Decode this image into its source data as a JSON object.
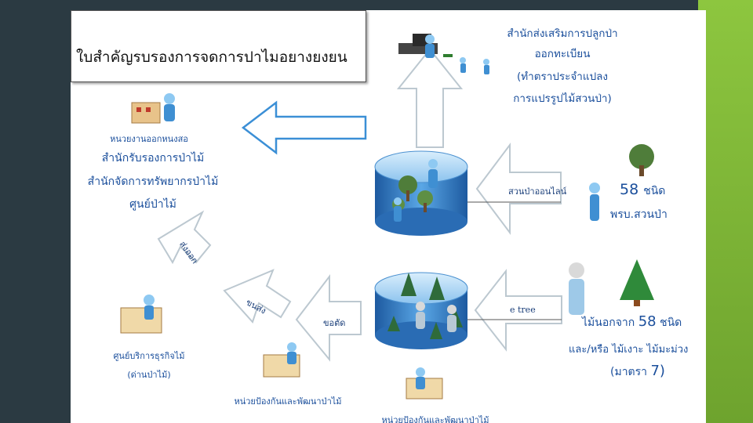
{
  "title": "ใบสำคัญรบรองการจดการปาไมอยางยงยน",
  "top_right": {
    "line1": "สำนักส่งเสริมการปลูกป่า",
    "line2": "ออกทะเบียน",
    "line3": "(ทำตราประจำแปลง",
    "line4": "การแปรรูปไม้สวนป่า)"
  },
  "left_top": {
    "line1": "หนวยงานออกหนงสอ",
    "line2": "สำนักรับรองการป่าไม้",
    "line3": "สำนักจัดการทรัพยากรป่าไม้",
    "line4": "ศูนย์ป่าไม้"
  },
  "db_label_top": "สวนป่าออนไลน์",
  "db_label_bottom": "e tree",
  "right_mid": {
    "count": "58",
    "count_unit": "ชนิด",
    "law": "พรบ.สวนป่า"
  },
  "right_bottom": {
    "line1_a": "ไม้นอกจาก",
    "line1_b": "58",
    "line1_c": "ชนิด",
    "line2": "และ/หรือ ไม้เงาะ ไม้มะม่วง",
    "line3_a": "(มาตรา",
    "line3_b": "7)"
  },
  "arrows": {
    "export": "ส่งออก",
    "transport": "ขนส่ง",
    "cut": "ขอตัด"
  },
  "bottom_left": {
    "line1": "ศูนย์บริการธุรกิจไม้",
    "line2": "(ด่านป่าไม้)"
  },
  "bottom_mid": "หน่วยป้องกันและพัฒนาป่าไม้",
  "bottom_cut": "หน่วยป้องกันและพัฒนาป่าไม้",
  "colors": {
    "accent_blue": "#3b8fd6",
    "text_blue": "#1b4f9c",
    "green": "#8dc63f"
  }
}
